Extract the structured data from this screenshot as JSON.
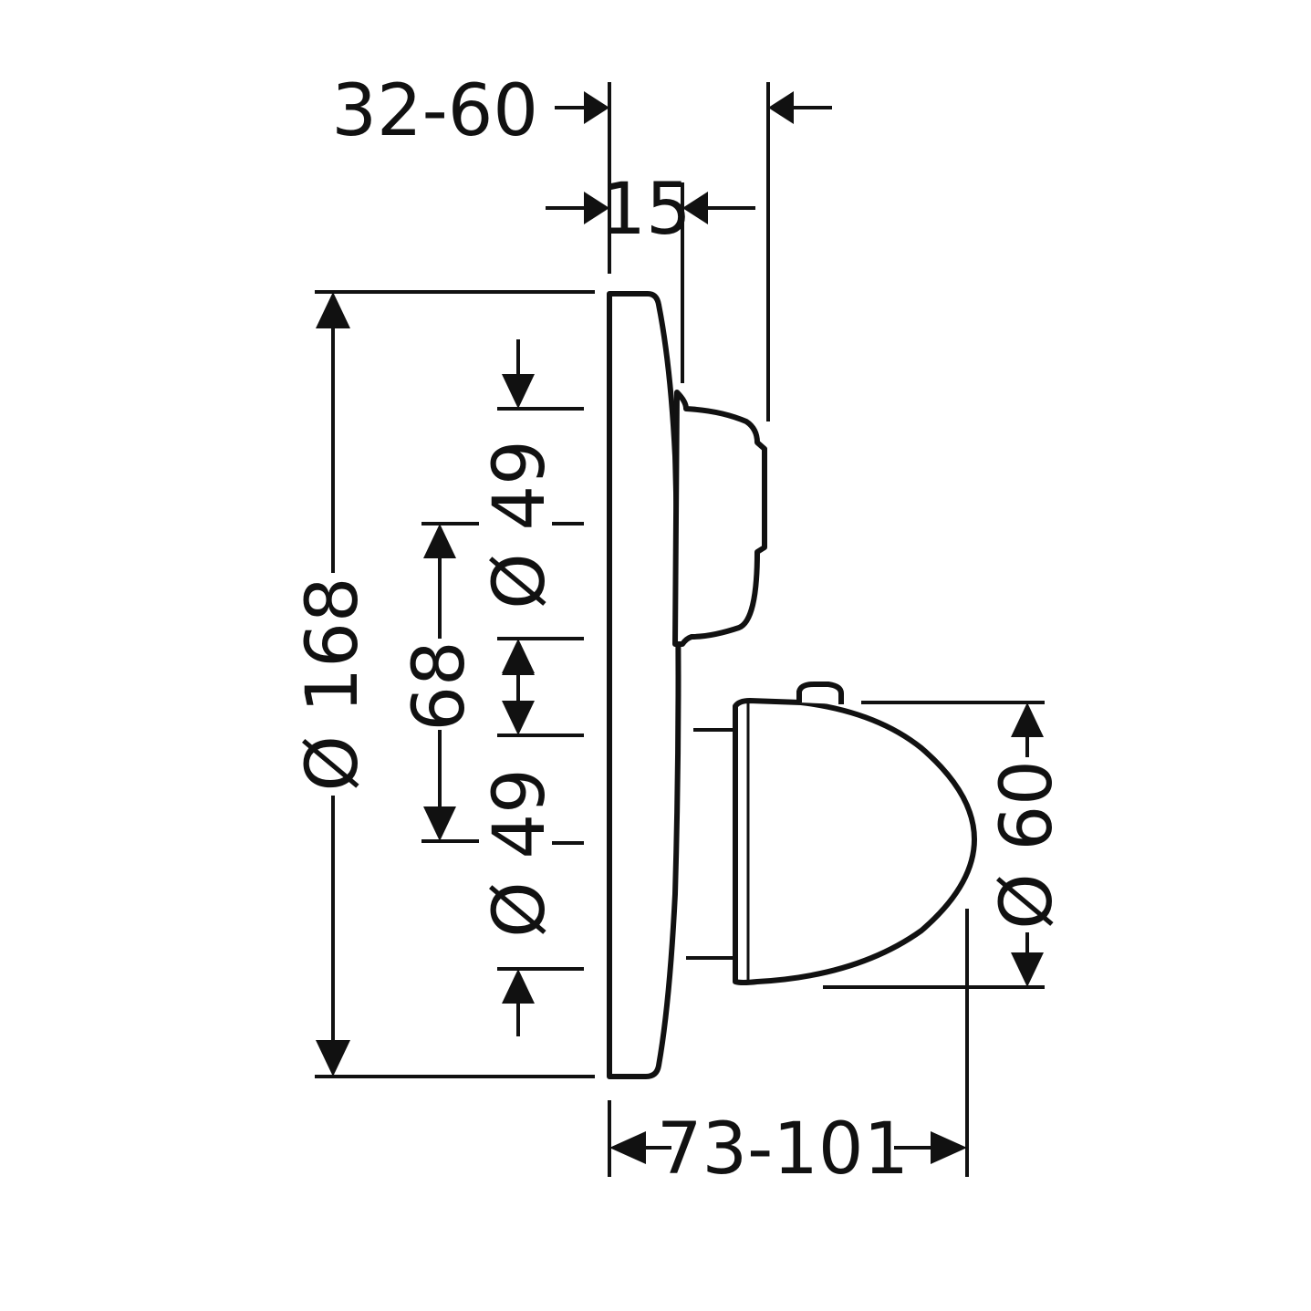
{
  "dimensions": {
    "mount_depth": "32-60",
    "plate_to_knob": "15",
    "plate_diameter": "Ø 168",
    "center_distance": "68",
    "upper_knob_diameter": "Ø 49",
    "lower_knob_diameter": "Ø 49",
    "thermostat_diameter": "Ø 60",
    "total_depth": "73-101"
  },
  "colors": {
    "line": "#111111",
    "background": "#ffffff"
  }
}
